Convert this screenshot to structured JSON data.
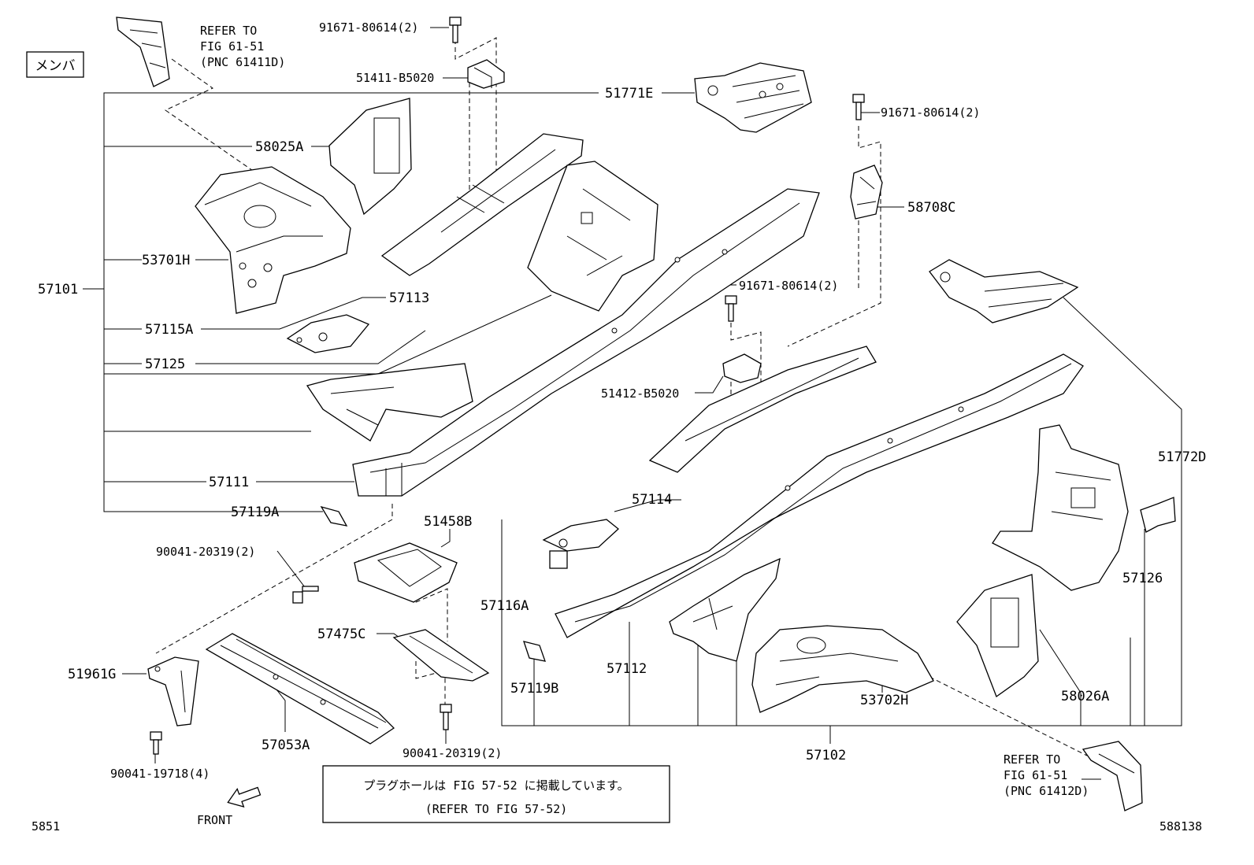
{
  "header": {
    "category_label": "メンバ",
    "refer_top": [
      "REFER TO",
      "FIG 61-51",
      "(PNC 61411D)"
    ],
    "refer_bottom": [
      "REFER TO",
      "FIG 61-51",
      "(PNC 61412D)"
    ]
  },
  "footer": {
    "page_code": "5851",
    "image_code": "588138",
    "front_label": "FRONT",
    "note_jp": "プラグホールは FIG 57-52 に掲載しています。",
    "note_en": "(REFER TO FIG 57-52)"
  },
  "labels": {
    "bolt_top": "91671-80614(2)",
    "bracket_51411": "51411-B5020",
    "part_51771E": "51771E",
    "bolt_right": "91671-80614(2)",
    "part_58025A": "58025A",
    "part_58708C": "58708C",
    "part_53701H": "53701H",
    "part_57101": "57101",
    "bolt_mid": "91671-80614(2)",
    "part_57113": "57113",
    "part_57115A": "57115A",
    "part_57125": "57125",
    "bracket_51412": "51412-B5020",
    "part_51772D": "51772D",
    "part_57111": "57111",
    "part_57119A": "57119A",
    "part_57114": "57114",
    "part_51458B": "51458B",
    "bolt_90041_a": "90041-20319(2)",
    "part_57126": "57126",
    "part_57116A": "57116A",
    "part_57475C": "57475C",
    "part_51961G": "51961G",
    "part_57112": "57112",
    "part_57119B": "57119B",
    "part_53702H": "53702H",
    "part_58026A": "58026A",
    "part_57053A": "57053A",
    "bolt_90041_b": "90041-20319(2)",
    "bolt_90041_c": "90041-19718(4)",
    "part_57102": "57102"
  }
}
